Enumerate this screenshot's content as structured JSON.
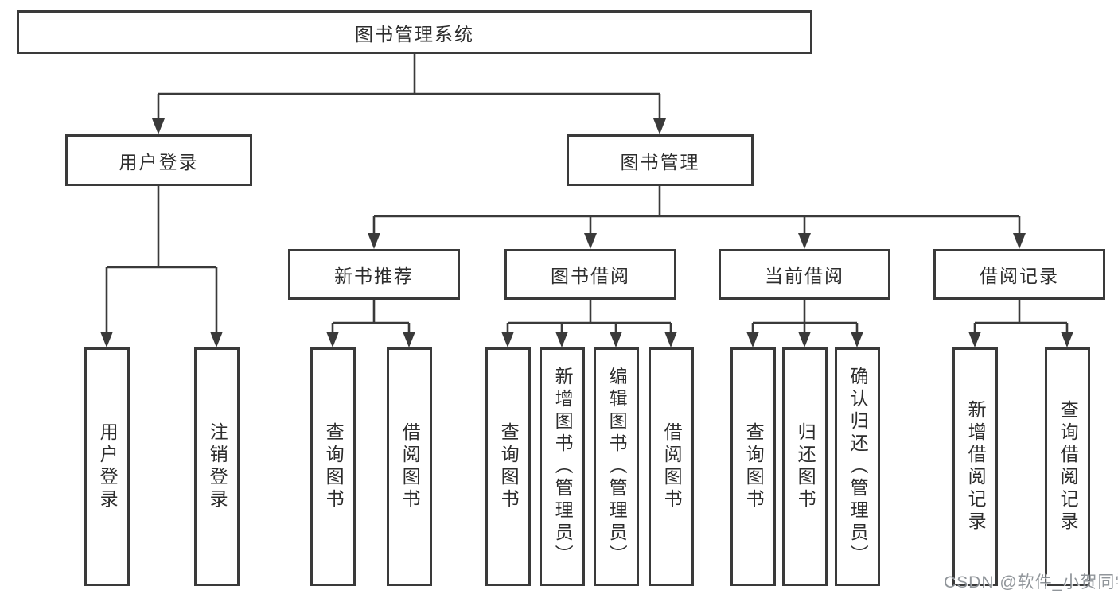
{
  "diagram": {
    "colors": {
      "line": "#3a3a3a",
      "text": "#2d2d2d",
      "background": "#ffffff",
      "watermark": "#7d8288"
    },
    "nodes": {
      "root": "图书管理系统",
      "user_login": "用户登录",
      "book_management": "图书管理",
      "new_book_recommend": "新书推荐",
      "book_borrow": "图书借阅",
      "current_borrow": "当前借阅",
      "borrow_records": "借阅记录",
      "login_leaf_user_login": "用户登录",
      "login_leaf_logout": "注销登录",
      "rec_leaf_query_books": "查询图书",
      "rec_leaf_borrow_books": "借阅图书",
      "bor_leaf_query_books": "查询图书",
      "bor_leaf_add_books_admin": "新增图书（管理员）",
      "bor_leaf_edit_books_admin": "编辑图书（管理员）",
      "bor_leaf_borrow_books": "借阅图书",
      "cur_leaf_query_books": "查询图书",
      "cur_leaf_return_books": "归还图书",
      "cur_leaf_confirm_return_admin": "确认归还（管理员）",
      "recrd_leaf_add_record": "新增借阅记录",
      "recrd_leaf_query_record": "查询借阅记录"
    },
    "watermark": "CSDN @软件_小贺同学"
  }
}
